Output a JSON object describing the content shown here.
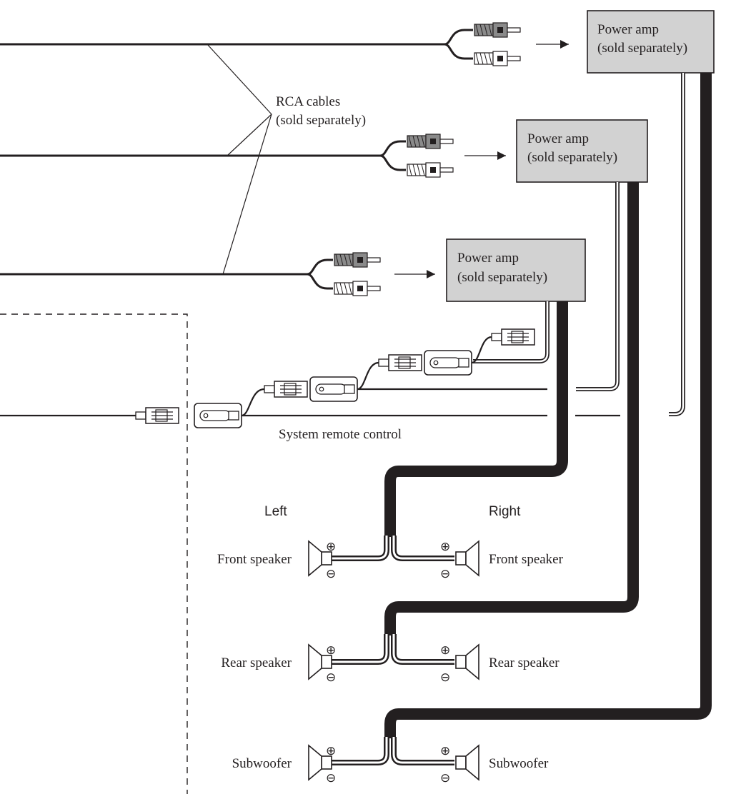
{
  "labels": {
    "rca_cables_line1": "RCA cables",
    "rca_cables_line2": "(sold separately)",
    "system_remote_control": "System remote control",
    "left": "Left",
    "right": "Right"
  },
  "power_amps": [
    {
      "line1": "Power amp",
      "line2": "(sold separately)"
    },
    {
      "line1": "Power amp",
      "line2": "(sold separately)"
    },
    {
      "line1": "Power amp",
      "line2": "(sold separately)"
    }
  ],
  "speaker_groups": [
    {
      "left_label": "Front speaker",
      "right_label": "Front speaker"
    },
    {
      "left_label": "Rear speaker",
      "right_label": "Rear speaker"
    },
    {
      "left_label": "Subwoofer",
      "right_label": "Subwoofer"
    }
  ],
  "polarity": {
    "plus": "⊕",
    "minus": "⊖"
  },
  "colors": {
    "ink": "#231f20",
    "amp_fill": "#d2d2d2",
    "plug_fill": "#8a8a8a"
  }
}
